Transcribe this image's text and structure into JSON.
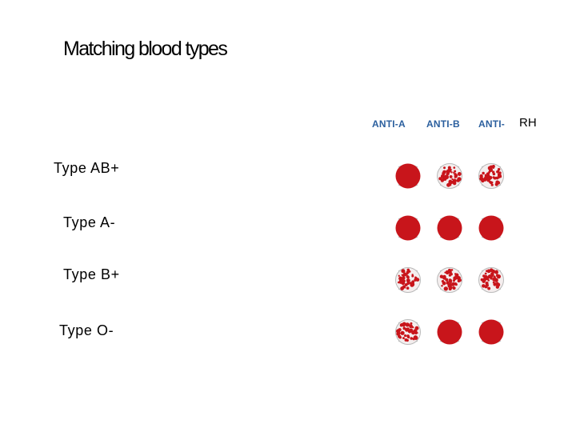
{
  "title": "Matching blood types",
  "columns": {
    "anti_a": "ANTI-A",
    "anti_b": "ANTI-B",
    "anti_rh": "ANTI-",
    "rh_suffix": "RH"
  },
  "rows": [
    {
      "label": "Type AB+",
      "wells": [
        "smooth",
        "agglutinated",
        "agglutinated"
      ]
    },
    {
      "label": "Type A-",
      "wells": [
        "smooth",
        "smooth",
        "smooth"
      ]
    },
    {
      "label": "Type B+",
      "wells": [
        "agglutinated",
        "agglutinated",
        "agglutinated"
      ]
    },
    {
      "label": "Type O-",
      "wells": [
        "agglutinated",
        "smooth",
        "smooth"
      ]
    }
  ],
  "colors": {
    "blood": "#c8151b",
    "well_rim": "#b9b9b9",
    "header_text": "#2b5f9e"
  }
}
